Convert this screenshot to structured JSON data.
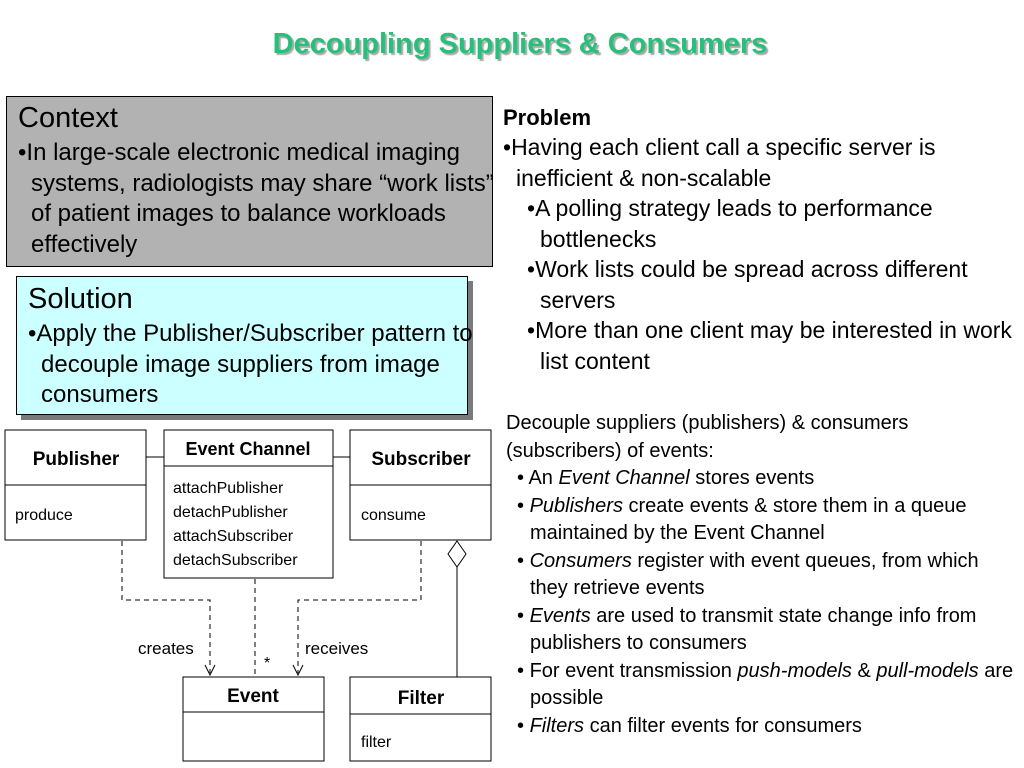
{
  "title": "Decoupling Suppliers & Consumers",
  "context": {
    "heading": "Context",
    "bullet": "In large-scale electronic medical imaging systems, radiologists may share “work lists” of patient images to balance workloads effectively"
  },
  "solution": {
    "heading": "Solution",
    "bullet": "Apply the Publisher/Subscriber pattern to decouple image suppliers from image consumers"
  },
  "problem": {
    "heading": "Problem",
    "main": "Having each client call a specific server is inefficient & non-scalable",
    "sub": [
      "A polling strategy leads to performance bottlenecks",
      "Work lists could be spread across different servers",
      "More than one client may be interested in work list content"
    ]
  },
  "decouple": {
    "intro": "Decouple suppliers (publishers) & consumers (subscribers) of events:",
    "items": [
      {
        "a": "An ",
        "b": "Event Channel",
        "c": " stores events",
        "d": "",
        "e": ""
      },
      {
        "a": "",
        "b": "Publishers",
        "c": " create events & store them in a queue maintained by the Event Channel",
        "d": "",
        "e": ""
      },
      {
        "a": "",
        "b": "Consumers",
        "c": " register with event queues, from which they retrieve events",
        "d": "",
        "e": ""
      },
      {
        "a": "",
        "b": "Events",
        "c": " are used to transmit state change info from publishers to consumers",
        "d": "",
        "e": ""
      },
      {
        "a": "For event transmission ",
        "b": "push-models",
        "c": " & ",
        "d": "pull-models",
        "e": " are possible"
      },
      {
        "a": "",
        "b": "Filters",
        "c": " can filter events for consumers",
        "d": "",
        "e": ""
      }
    ]
  },
  "uml": {
    "publisher": {
      "name": "Publisher",
      "op": "produce"
    },
    "event_channel": {
      "name": "Event Channel",
      "ops": [
        "attachPublisher",
        "detachPublisher",
        "attachSubscriber",
        "detachSubscriber"
      ]
    },
    "subscriber": {
      "name": "Subscriber",
      "op": "consume"
    },
    "event": {
      "name": "Event"
    },
    "filter": {
      "name": "Filter",
      "op": "filter"
    },
    "label_creates": "creates",
    "label_receives": "receives",
    "label_multiplicity": "*"
  },
  "colors": {
    "title": "#27c07a",
    "context_bg": "#b2b2b2",
    "solution_bg": "#ccffff"
  }
}
